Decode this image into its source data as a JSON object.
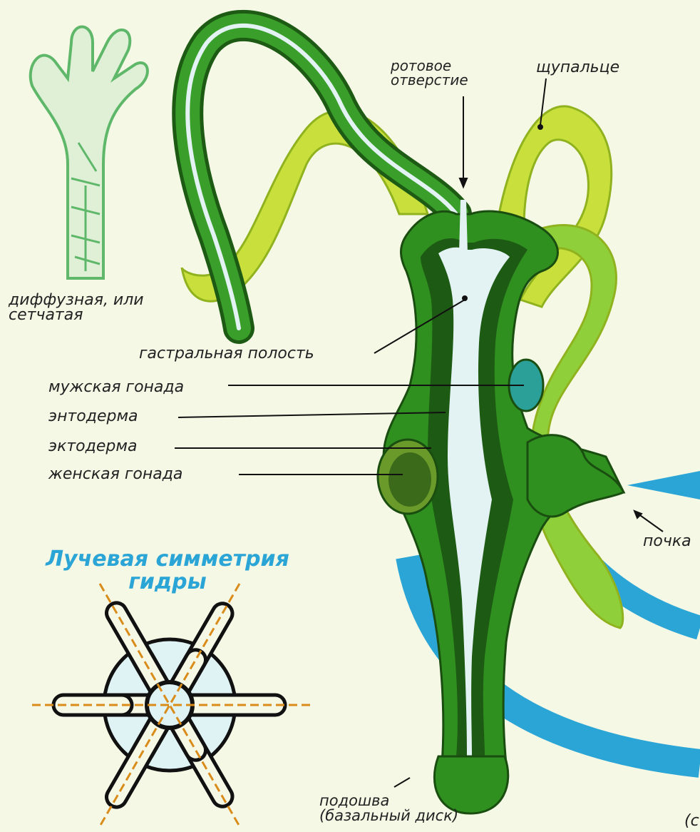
{
  "labels": {
    "mouth": "ротовое\nотверстие",
    "tentacle": "щупальце",
    "nerve_net": "диффузная, или\nсетчатая",
    "gastric_cavity": "гастральная полость",
    "male_gonad": "мужская гонада",
    "endoderm": "энтодерма",
    "ectoderm": "эктодерма",
    "female_gonad": "женская гонада",
    "bud": "почка",
    "sole": "подошва\n(базальный диск)",
    "edge_fragment": "(с"
  },
  "symmetry_title": "Лучевая симметрия\nгидры",
  "colors": {
    "background": "#f6f8e6",
    "ectoderm_green": "#2f8f1f",
    "endoderm_dark": "#1d5a14",
    "tentacle_light": "#c8e03a",
    "cavity": "#e3f3f3",
    "arrow_blue": "#2aa5d6",
    "nerve_net_green": "#5fb86a",
    "symmetry_axis": "#d98c1a"
  }
}
